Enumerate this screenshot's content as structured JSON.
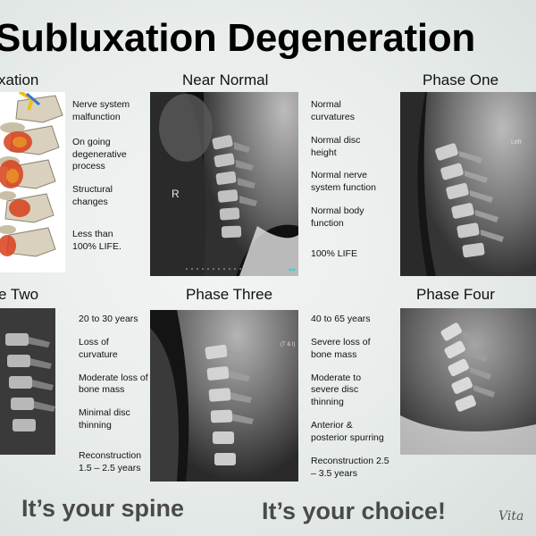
{
  "title": "Subluxation Degeneration",
  "panels": {
    "subluxation": {
      "label": "xation",
      "notes": [
        "Nerve system malfunction",
        "On going degenerative process",
        "Structural changes",
        "Less than 100% LIFE."
      ]
    },
    "near_normal": {
      "label": "Near Normal",
      "marker": "R",
      "notes": [
        "Normal curvatures",
        "Normal disc height",
        "Normal nerve system function",
        "Normal body function",
        "100% LIFE"
      ]
    },
    "phase_one": {
      "label": "Phase One",
      "marker": "Left"
    },
    "phase_two": {
      "label": "e Two",
      "notes": [
        "20 to 30 years",
        "Loss of curvature",
        "Moderate loss of bone mass",
        "Minimal disc thinning",
        "Reconstruction 1.5 – 2.5 years"
      ]
    },
    "phase_three": {
      "label": "Phase Three",
      "marker": "(T & I)",
      "notes": [
        "40 to 65 years",
        "Severe loss of bone mass",
        "Moderate to severe disc thinning",
        "Anterior & posterior spurring",
        "Reconstruction 2.5 – 3.5 years"
      ]
    },
    "phase_four": {
      "label": "Phase Four"
    }
  },
  "taglines": [
    "It’s your spine",
    "It’s your choice!"
  ],
  "signature": "Vita",
  "colors": {
    "background": "#e7ecea",
    "tagline": "#4a4a4a",
    "xray_bg": "#1a1a1a"
  }
}
